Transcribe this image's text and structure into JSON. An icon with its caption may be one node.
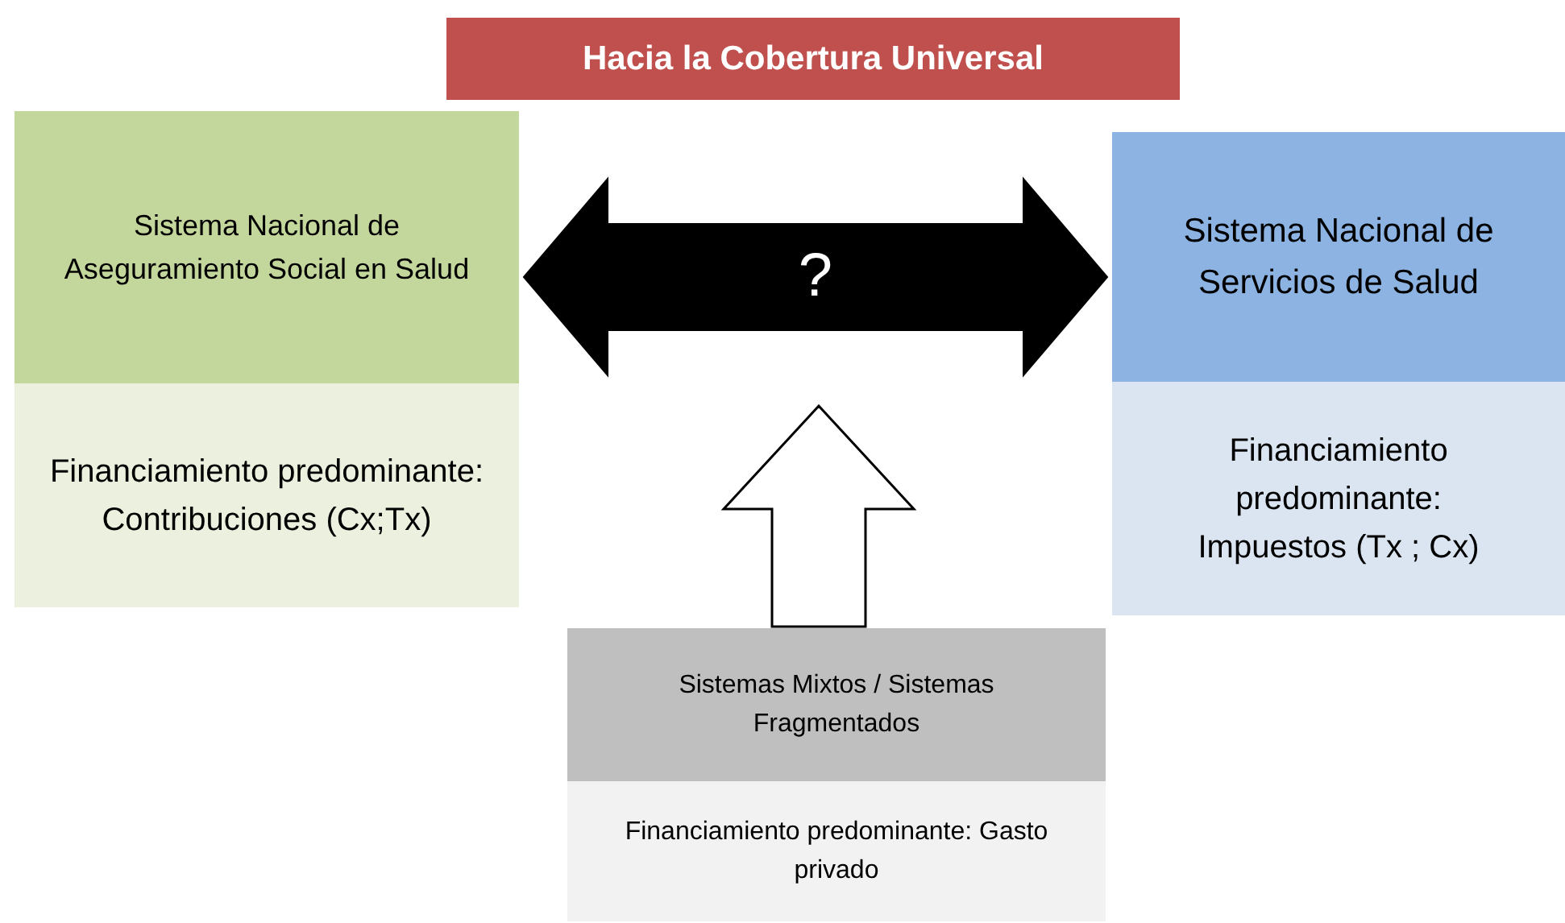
{
  "diagram": {
    "title": "Hacia la Cobertura Universal",
    "nodes": [
      {
        "text": [
          "Sistema Nacional de Aseguramiento Social  en Salud",
          "Financiamiento predominante: Contribuciones (Cx;Tx)"
        ]
      },
      {
        "text": [
          "Sistema Nacional de Servicios de Salud",
          "Financiamiento predominante: Impuestos (Tx ; Cx)"
        ]
      },
      {
        "text": [
          "Sistemas Mixtos  / Sistemas Fragmentados",
          "Financiamiento predominante: Gasto privado"
        ]
      }
    ],
    "edges": [
      {
        "from": 0,
        "to": 1,
        "arrow": "both",
        "label": "?",
        "style": "thick"
      },
      {
        "from": 2,
        "to": null,
        "arrow": "to"
      }
    ]
  }
}
